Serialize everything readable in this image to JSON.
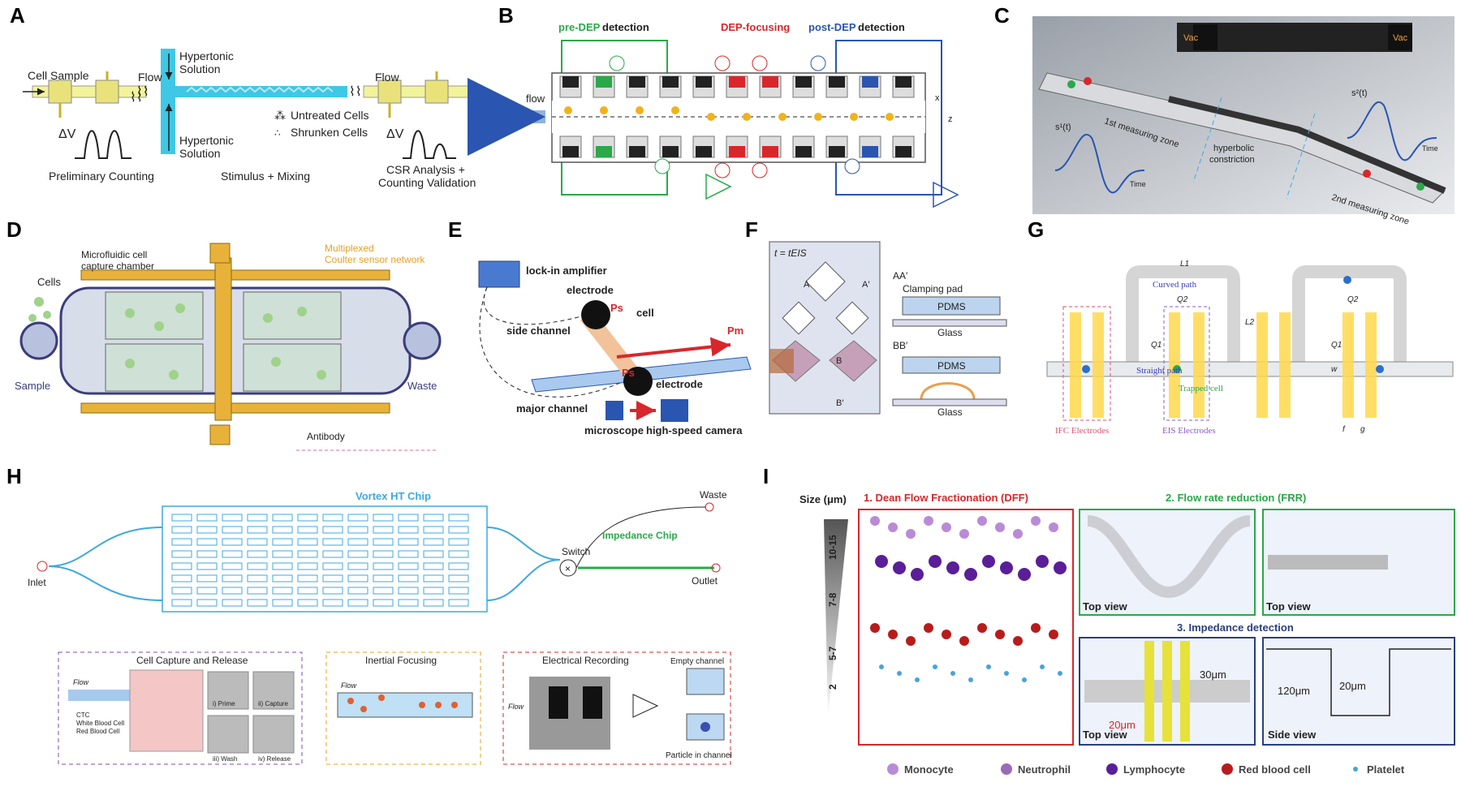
{
  "colors": {
    "accent_cyan": "#3ec8e6",
    "gold": "#e8b23a",
    "yellow": "#ffd84a",
    "green": "#2aa84a",
    "red": "#d9262b",
    "blue": "#2a55b0",
    "purple": "#7d4bb5"
  },
  "panels": {
    "A": {
      "label": "A",
      "cell_sample": "Cell Sample",
      "flow1": "Flow",
      "flow2": "Flow",
      "hyper1": "Hypertonic\nSolution",
      "hyper2": "Hypertonic\nSolution",
      "untreated": "Untreated Cells",
      "shrunken": "Shrunken Cells",
      "dv1": "ΔV",
      "dv2": "ΔV",
      "prelim": "Preliminary Counting",
      "stim": "Stimulus + Mixing",
      "csr1": "CSR Analysis +",
      "csr2": "Counting Validation"
    },
    "B": {
      "label": "B",
      "pre": "pre-DEP",
      "detection": "detection",
      "dep": "DEP-focusing",
      "post": "post-DEP",
      "flow": "flow",
      "x": "x",
      "z": "z"
    },
    "C": {
      "label": "C",
      "zone1": "1st measuring zone",
      "zone2": "2nd measuring zone",
      "hyper": "hyperbolic",
      "constr": "constriction",
      "s1": "s¹(t)",
      "s2": "s²(t)",
      "time": "Time",
      "vac": "Vac"
    },
    "D": {
      "label": "D",
      "chamber1": "Microfluidic cell",
      "chamber2": "capture chamber",
      "cells": "Cells",
      "multi1": "Multiplexed",
      "multi2": "Coulter sensor network",
      "sample": "Sample",
      "waste": "Waste",
      "antibody": "Antibody"
    },
    "E": {
      "label": "E",
      "lockin": "lock-in amplifier",
      "electrode1": "electrode",
      "electrode2": "electrode",
      "cell": "cell",
      "side": "side channel",
      "major": "major channel",
      "ps1": "Ps",
      "ps2": "Ps",
      "pm": "Pm",
      "microscope": "microscope",
      "camera": "high-speed camera"
    },
    "F": {
      "label": "F",
      "t": "t = tEIS",
      "A": "A",
      "A2": "A′",
      "B": "B",
      "B2": "B′",
      "aa": "AA′",
      "bb": "BB′",
      "clamp": "Clamping pad",
      "pdms1": "PDMS",
      "pdms2": "PDMS",
      "glass1": "Glass",
      "glass2": "Glass"
    },
    "G": {
      "label": "G",
      "curved": "Curved path",
      "straight": "Straight path",
      "trapped": "Trapped cell",
      "ifc": "IFC Electrodes",
      "eis": "EIS Electrodes",
      "l1": "L1",
      "l2": "L2",
      "q1": "Q1",
      "q2": "Q2",
      "w": "w",
      "f": "f",
      "g": "g"
    },
    "H": {
      "label": "H",
      "vortex": "Vortex HT Chip",
      "inlet": "Inlet",
      "waste": "Waste",
      "switch": "Switch",
      "impchip": "Impedance Chip",
      "outlet": "Outlet",
      "capture": "Cell Capture and Release",
      "inertial": "Inertial Focusing",
      "electrical": "Electrical Recording",
      "empty": "Empty channel",
      "particle": "Particle in channel",
      "flow": "Flow",
      "ctc": "CTC",
      "wbc": "White Blood Cell",
      "rbc": "Red Blood Cell",
      "prime": "i) Prime",
      "capt": "ii) Capture",
      "wash": "iii) Wash",
      "release": "iv) Release"
    },
    "I": {
      "label": "I",
      "dff": "1. Dean Flow Fractionation (DFF)",
      "frr": "2. Flow rate reduction (FRR)",
      "imp": "3. Impedance detection",
      "size": "Size (μm)",
      "s1": "10-15",
      "s2": "7-8",
      "s3": "5-7",
      "s4": "2",
      "top1": "Top view",
      "top2": "Top view",
      "top3": "Top view",
      "side": "Side view",
      "d30": "30μm",
      "d20a": "20μm",
      "d120": "120μm",
      "d20b": "20μm",
      "leg": [
        "Monocyte",
        "Neutrophil",
        "Lymphocyte",
        "Red blood cell",
        "Platelet"
      ]
    }
  }
}
